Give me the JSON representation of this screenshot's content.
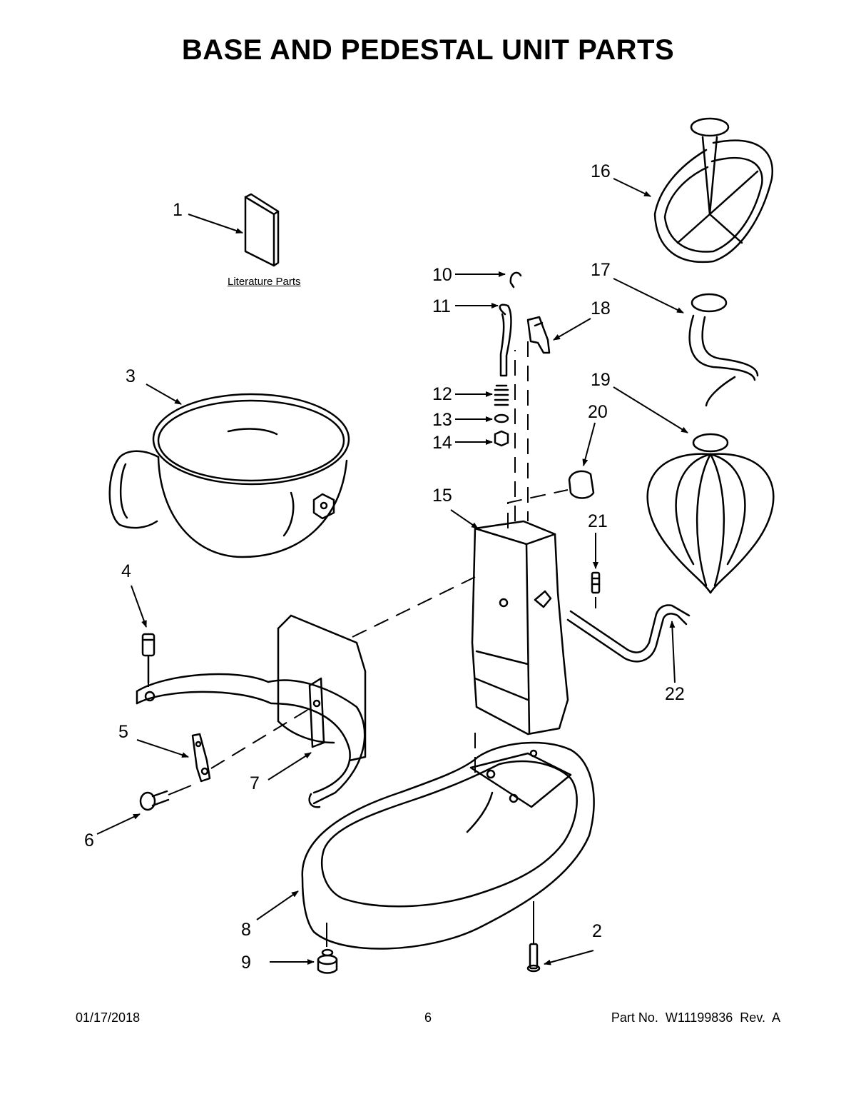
{
  "title": "BASE AND PEDESTAL UNIT PARTS",
  "literature_label": "Literature Parts",
  "callouts": [
    "1",
    "2",
    "3",
    "4",
    "5",
    "6",
    "7",
    "8",
    "9",
    "10",
    "11",
    "12",
    "13",
    "14",
    "15",
    "16",
    "17",
    "18",
    "19",
    "20",
    "21",
    "22"
  ],
  "footer": {
    "date": "01/17/2018",
    "page": "6",
    "part_no": "Part No.  W11199836  Rev.  A"
  }
}
